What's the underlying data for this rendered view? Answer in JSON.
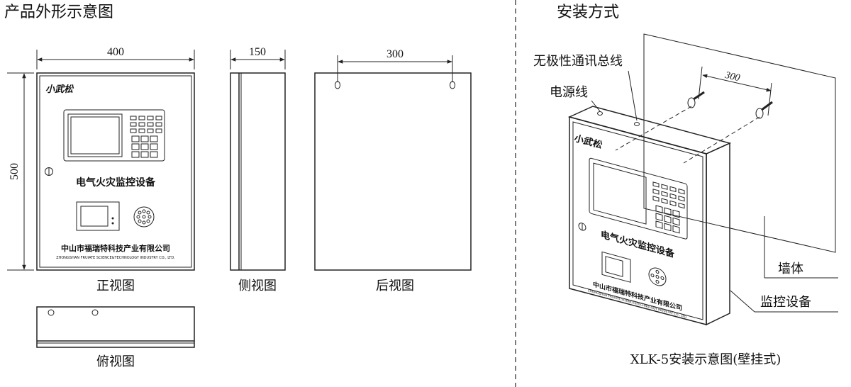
{
  "left_section": {
    "title": "产品外形示意图",
    "dims": {
      "front_width": "400",
      "front_height": "500",
      "side_depth": "150",
      "back_hole_spacing": "300"
    },
    "panel": {
      "logo": "小武松",
      "device_title": "电气火灾监控设备",
      "company_cn": "中山市福瑞特科技产业有限公司",
      "company_en": "ZHONGSHAN FRUIATE SCIENCE&TECHNOLOGY INDUSTRY CO., LTD."
    },
    "view_labels": {
      "front": "正视图",
      "side": "侧视图",
      "back": "后视图",
      "top": "俯视图"
    }
  },
  "right_section": {
    "title": "安装方式",
    "callouts": {
      "bus": "无极性通讯总线",
      "power": "电源线",
      "wall": "墙体",
      "device": "监控设备"
    },
    "hole_spacing": "300",
    "caption": "XLK-5安装示意图(壁挂式)"
  },
  "colors": {
    "line": "#222222",
    "screen": "#e6e6e6",
    "background": "#ffffff"
  }
}
